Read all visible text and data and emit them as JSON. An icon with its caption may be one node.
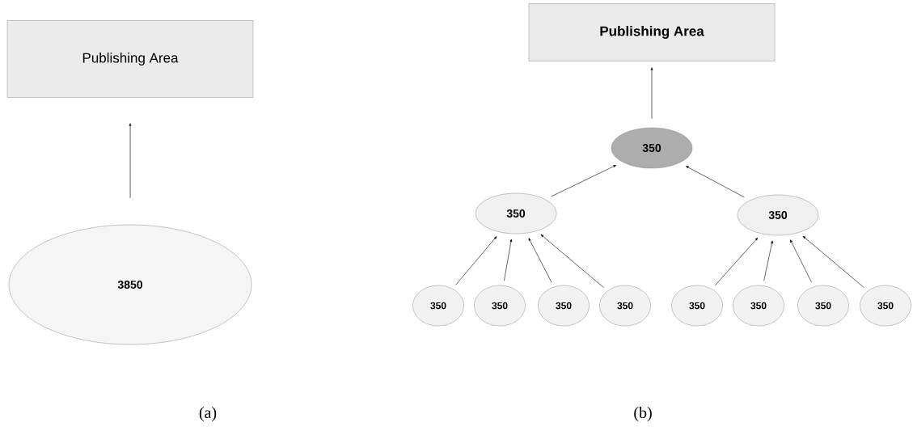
{
  "diagram": {
    "nodes": [
      {
        "text": [
          "Publishing Area"
        ]
      },
      {
        "text": [
          "3850"
        ]
      },
      {
        "text": [
          "Publishing Area"
        ]
      },
      {
        "text": [
          "350"
        ]
      },
      {
        "text": [
          "350"
        ]
      },
      {
        "text": [
          "350"
        ]
      },
      {
        "text": [
          "350"
        ]
      },
      {
        "text": [
          "350"
        ]
      },
      {
        "text": [
          "350"
        ]
      },
      {
        "text": [
          "350"
        ]
      },
      {
        "text": [
          "350"
        ]
      },
      {
        "text": [
          "350"
        ]
      },
      {
        "text": [
          "350"
        ]
      },
      {
        "text": [
          "350"
        ]
      }
    ],
    "edges": [
      {
        "from": 1,
        "to": 0,
        "arrow": "to"
      },
      {
        "from": 3,
        "to": 2,
        "arrow": "to"
      },
      {
        "from": 4,
        "to": 3,
        "arrow": "to"
      },
      {
        "from": 5,
        "to": 3,
        "arrow": "to"
      },
      {
        "from": 6,
        "to": 4,
        "arrow": "to"
      },
      {
        "from": 7,
        "to": 4,
        "arrow": "to"
      },
      {
        "from": 8,
        "to": 4,
        "arrow": "to"
      },
      {
        "from": 9,
        "to": 4,
        "arrow": "to"
      },
      {
        "from": 10,
        "to": 5,
        "arrow": "to"
      },
      {
        "from": 11,
        "to": 5,
        "arrow": "to"
      },
      {
        "from": 12,
        "to": 5,
        "arrow": "to"
      },
      {
        "from": 13,
        "to": 5,
        "arrow": "to"
      }
    ],
    "labels": [
      "(a)",
      "(b)"
    ]
  }
}
